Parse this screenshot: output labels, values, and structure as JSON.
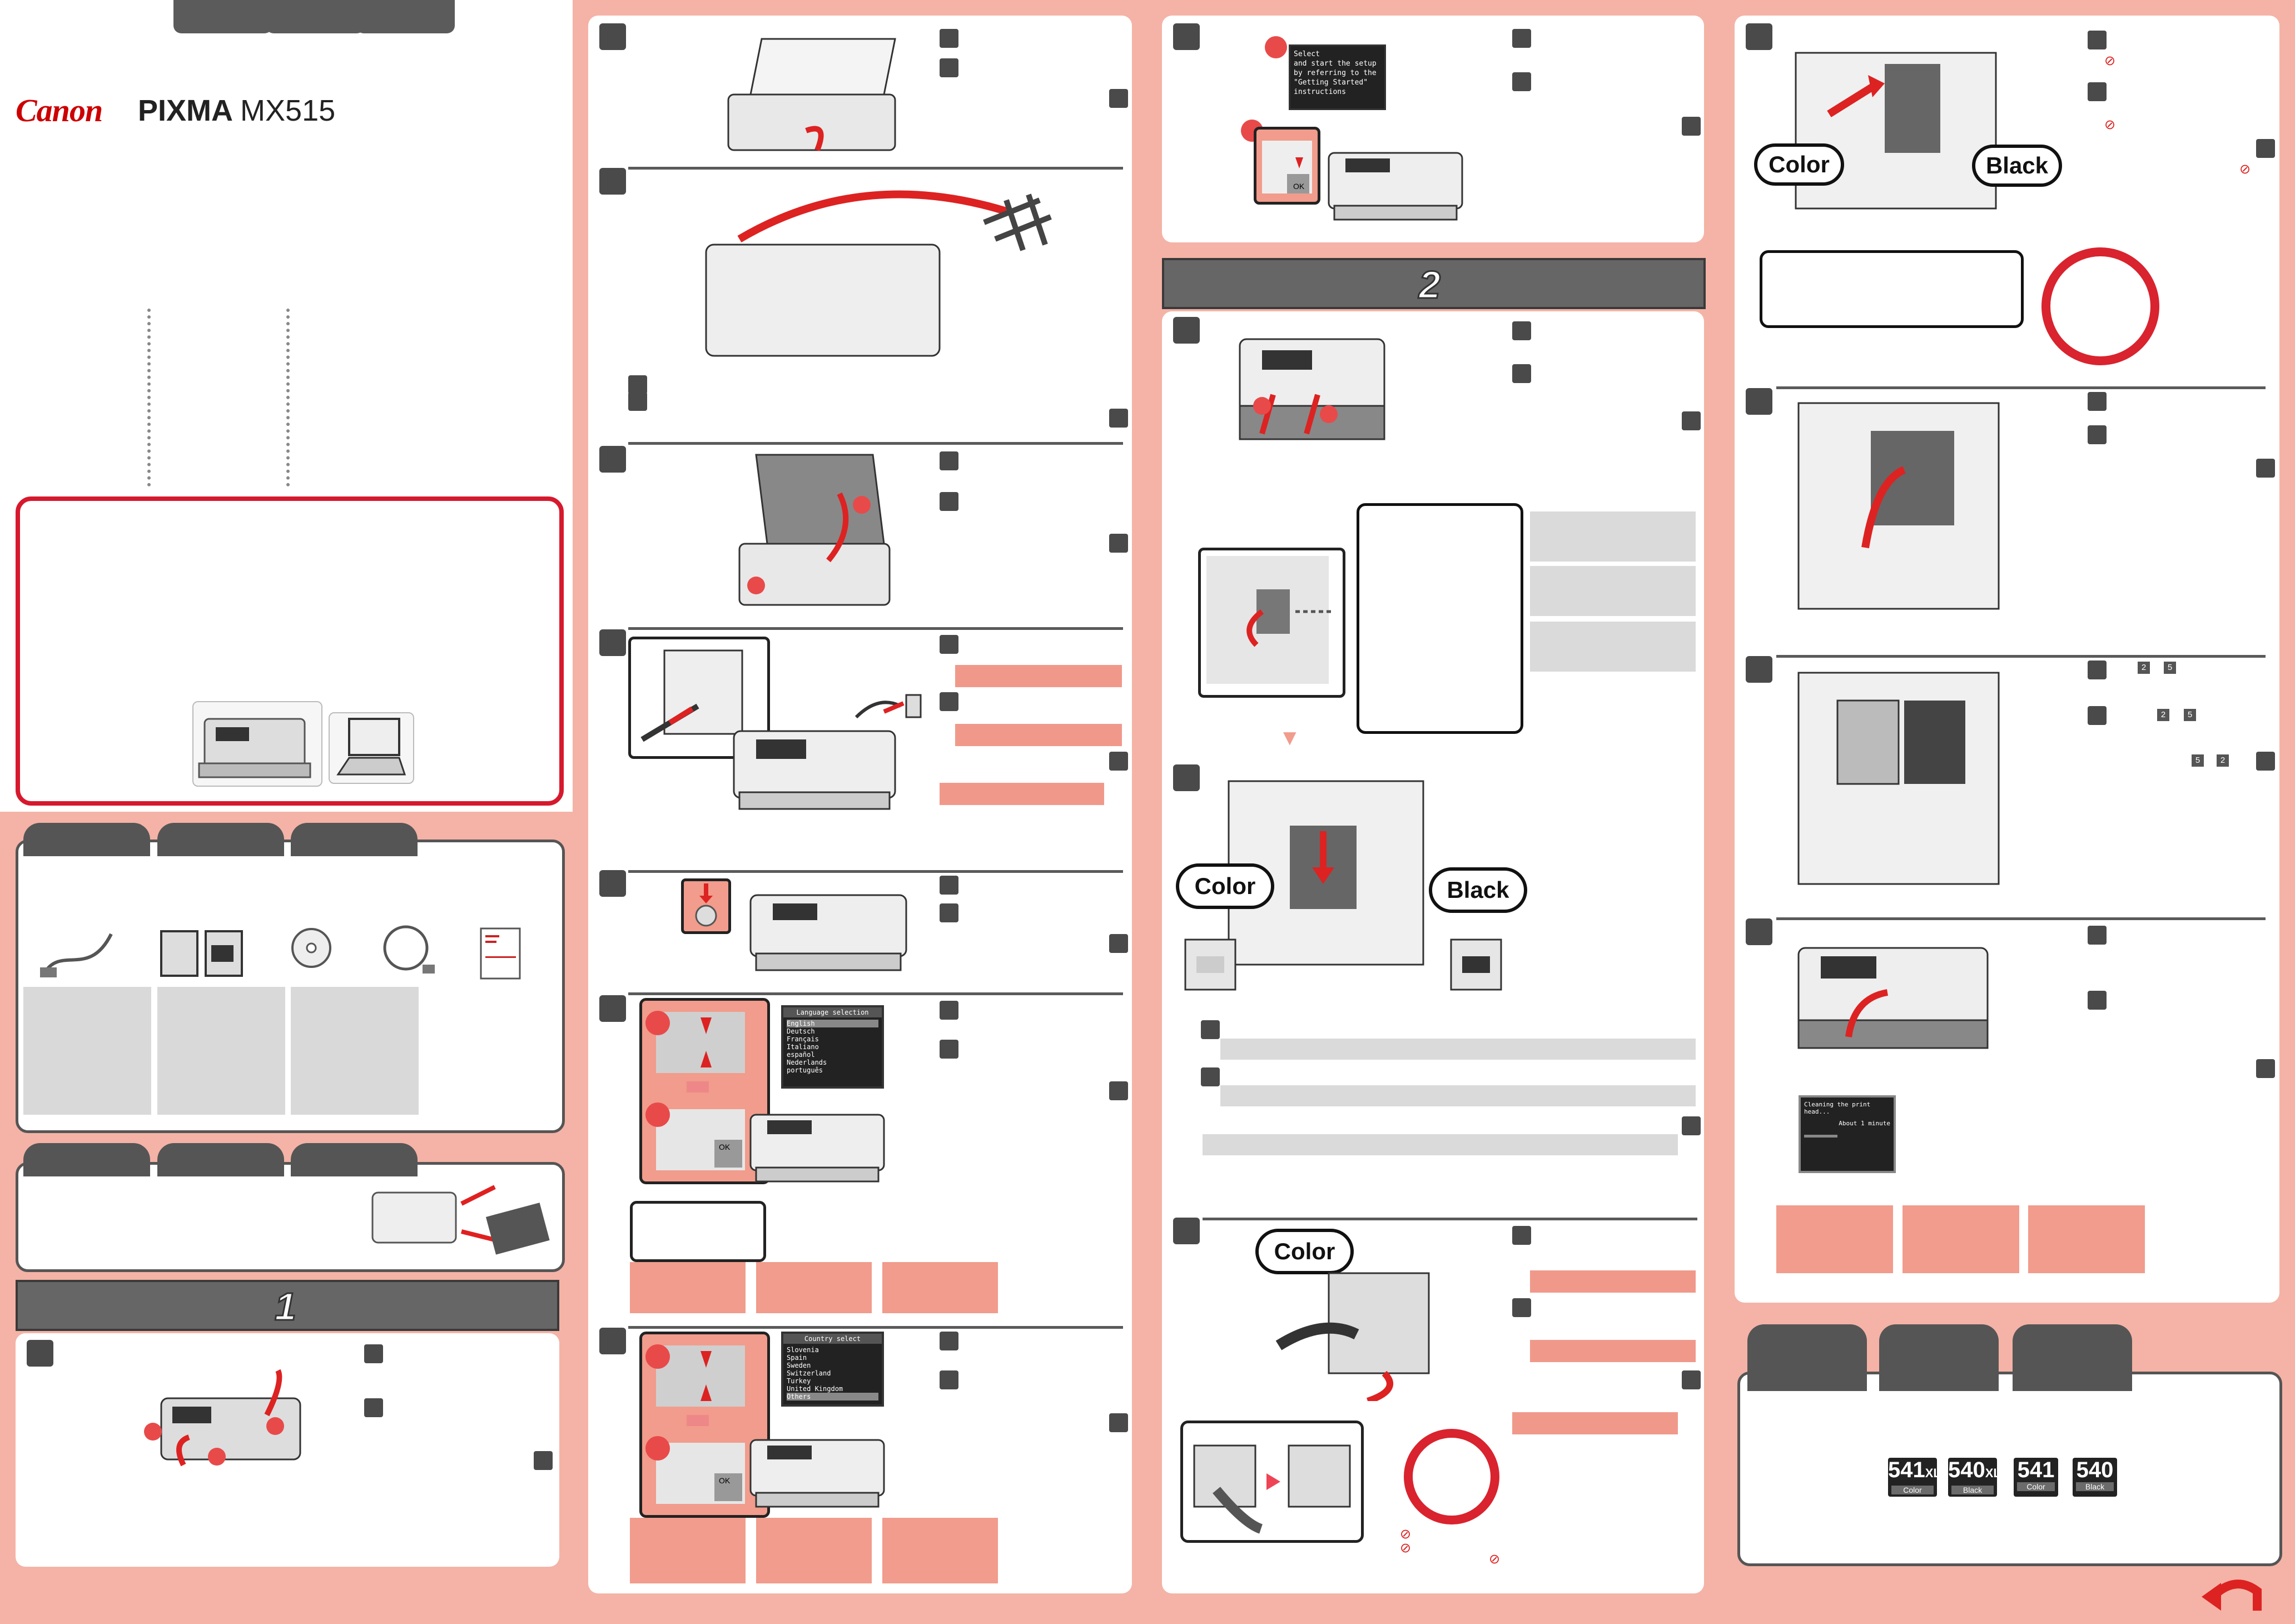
{
  "brand": {
    "logo": "Canon",
    "product_bold": "PIXMA",
    "product_model": "MX515"
  },
  "section_numbers": {
    "s1": "1",
    "s2": "2"
  },
  "screens": {
    "start_setup": [
      "Select",
      "and start the setup",
      "by referring to the",
      "\"Getting Started\" instructions"
    ],
    "language_title": "Language selection",
    "languages": [
      "English",
      "Deutsch",
      "Français",
      "Italiano",
      "español",
      "Nederlands",
      "português"
    ],
    "country_title": "Country select",
    "countries": [
      "Slovenia",
      "Spain",
      "Sweden",
      "Switzerland",
      "Turkey",
      "United Kingdom",
      "Others"
    ],
    "cleaning_line1": "Cleaning the print head...",
    "cleaning_line2": "About 1 minute"
  },
  "cartridge_labels": {
    "color": "Color",
    "black": "Black"
  },
  "ink_products": [
    {
      "num": "541",
      "suffix": "XL",
      "type": "Color"
    },
    {
      "num": "540",
      "suffix": "XL",
      "type": "Black"
    },
    {
      "num": "541",
      "suffix": "",
      "type": "Color"
    },
    {
      "num": "540",
      "suffix": "",
      "type": "Black"
    }
  ],
  "button_labels": {
    "ok": "OK"
  },
  "step_refs": {
    "r2": "2",
    "r5": "5"
  },
  "colors": {
    "accent_red": "#d6192d",
    "background_salmon": "#f4b3a6",
    "note_salmon": "#f19c8c",
    "dark_tab": "#555555"
  }
}
